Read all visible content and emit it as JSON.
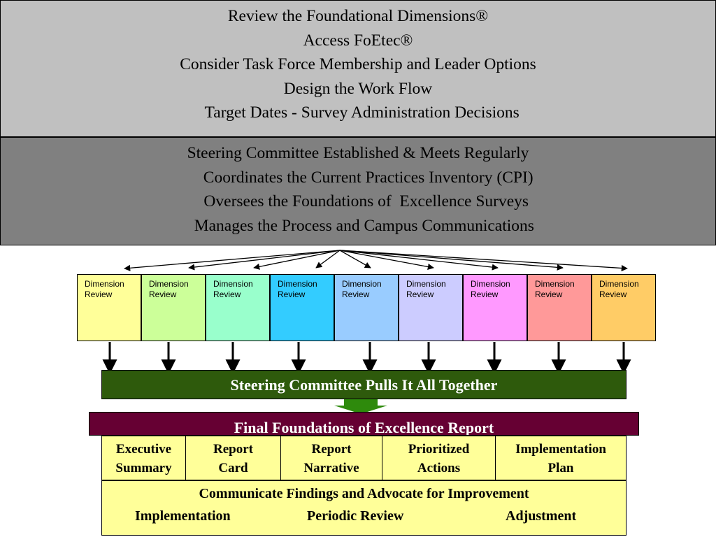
{
  "top_box": {
    "lines": [
      "Review the Foundational Dimensions®",
      "Access FoEtec®",
      "Consider Task Force Membership and Leader Options",
      "Design the Work Flow",
      "  Target Dates - Survey Administration Decisions"
    ],
    "color": "#c0c0c0"
  },
  "mid_box": {
    "lines": [
      "Steering Committee Established & Meets Regularly",
      "     Coordinates the Current Practices Inventory (CPI)",
      "    Oversees the Foundations of  Excellence Surveys",
      "   Manages the Process and Campus Communications"
    ],
    "color": "#808080"
  },
  "dimension_boxes": [
    {
      "line1": "Dimension",
      "line2": "Review",
      "color": "#ffff99"
    },
    {
      "line1": "Dimension",
      "line2": "Review",
      "color": "#ccff99"
    },
    {
      "line1": "Dimension",
      "line2": "Review",
      "color": "#99ffcc"
    },
    {
      "line1": "Dimension",
      "line2": "Review",
      "color": "#33ccff"
    },
    {
      "line1": "Dimension",
      "line2": "Review",
      "color": "#99ccff"
    },
    {
      "line1": "Dimension",
      "line2": "Review",
      "color": "#ccccff"
    },
    {
      "line1": "Dimension",
      "line2": "Review",
      "color": "#ff99ff"
    },
    {
      "line1": "Dimension",
      "line2": "Review",
      "color": "#ff9999"
    },
    {
      "line1": "Dimension",
      "line2": "Review",
      "color": "#ffcc66"
    }
  ],
  "steering_bar": {
    "label": "Steering Committee Pulls It All Together",
    "color": "#2e5a0c"
  },
  "final_report": {
    "label": "Final Foundations of  Excellence Report",
    "color": "#660033"
  },
  "report_parts": [
    {
      "line1": "Executive",
      "line2": "Summary"
    },
    {
      "line1": "Report",
      "line2": "Card"
    },
    {
      "line1": "Report",
      "line2": "Narrative"
    },
    {
      "line1": "Prioritized",
      "line2": "Actions"
    },
    {
      "line1": "Implementation",
      "line2": "Plan"
    }
  ],
  "communicate": {
    "title": "Communicate Findings and Advocate for Improvement",
    "items": [
      "Implementation",
      "Periodic Review",
      "Adjustment"
    ],
    "color": "#ffff99"
  }
}
